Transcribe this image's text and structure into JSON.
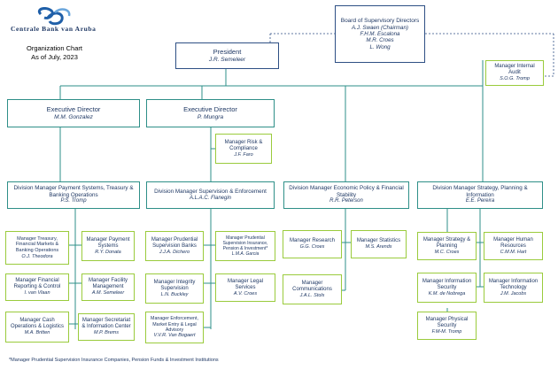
{
  "header": {
    "bank_name": "Centrale Bank van Aruba",
    "title_line1": "Organization Chart",
    "title_line2": "As of July, 2023"
  },
  "board": {
    "title": "Board of Supervisory Directors",
    "members": [
      "A.J. Swaen (Chairman)",
      "F.H.M. Escalona",
      "M.R. Croes",
      "L. Wong"
    ]
  },
  "president": {
    "title": "President",
    "name": "J.R. Semeleer"
  },
  "internal_audit": {
    "title": "Manager Internal Audit",
    "name": "S.O.G. Tromp"
  },
  "executive_directors": [
    {
      "title": "Executive Director",
      "name": "M.M. Gonzalez"
    },
    {
      "title": "Executive Director",
      "name": "P. Mungra"
    }
  ],
  "risk": {
    "title": "Manager Risk & Compliance",
    "name": "J.F. Faro"
  },
  "divisions": [
    {
      "title": "Division Manager Payment Systems, Treasury & Banking Operations",
      "name": "P.S. Tromp"
    },
    {
      "title": "Division Manager Supervision & Enforcement",
      "name": "A.L.A.C. Flanegin"
    },
    {
      "title": "Division Manager Economic Policy & Financial Stability",
      "name": "R.R. Peterson"
    },
    {
      "title": "Division Manager Strategy, Planning & Information",
      "name": "E.E. Pereira"
    }
  ],
  "managers": {
    "treasury": {
      "title": "Manager Treasury, Financial Markets & Banking Operations",
      "name": "O.J. Theodora"
    },
    "payment_systems": {
      "title": "Manager Payment Systems",
      "name": "R.Y. Donata"
    },
    "financial_reporting": {
      "title": "Manager Financial Reporting & Control",
      "name": "I. van Vlaan"
    },
    "facility": {
      "title": "Manager Facility Management",
      "name": "A.M. Semeleer"
    },
    "cash_ops": {
      "title": "Manager Cash Operations & Logistics",
      "name": "M.A. Britten"
    },
    "secretariat": {
      "title": "Manager Secretariat & Information Center",
      "name": "M.P. Brems"
    },
    "prudential_banks": {
      "title": "Manager Prudential Supervision Banks",
      "name": "J.J.A. Dichero"
    },
    "prudential_insurance": {
      "title": "Manager Prudential Supervision Insurance, Pension & Investment*",
      "name": "L.M.A. Garcia"
    },
    "integrity": {
      "title": "Manager Integrity Supervision",
      "name": "L.N. Buckley"
    },
    "legal": {
      "title": "Manager Legal Services",
      "name": "A.V. Croes"
    },
    "enforcement": {
      "title": "Manager Enforcement, Market Entry & Legal Advisory",
      "name": "V.V.R. Van Bogaert"
    },
    "research": {
      "title": "Manager Research",
      "name": "G.G. Croes"
    },
    "statistics": {
      "title": "Manager Statistics",
      "name": "M.S. Arends"
    },
    "communications": {
      "title": "Manager Communications",
      "name": "J.A.L. Stols"
    },
    "strategy": {
      "title": "Manager Strategy & Planning",
      "name": "M.C. Croes"
    },
    "human_resources": {
      "title": "Manager Human Resources",
      "name": "C.M.M. Hart"
    },
    "info_security": {
      "title": "Manager Information Security",
      "name": "K.M. de Nobrega"
    },
    "info_tech": {
      "title": "Manager Information Technology",
      "name": "J.M. Jacobs"
    },
    "physical_security": {
      "title": "Manager Physical Security",
      "name": "F.M-M. Tromp"
    }
  },
  "footnote": "*Manager Prudential Supervision Insurance Companies, Pension Funds & Investment Institutions",
  "colors": {
    "navy": "#2e4f84",
    "teal": "#2e8f88",
    "green": "#9acb3c",
    "text": "#1f3864"
  }
}
